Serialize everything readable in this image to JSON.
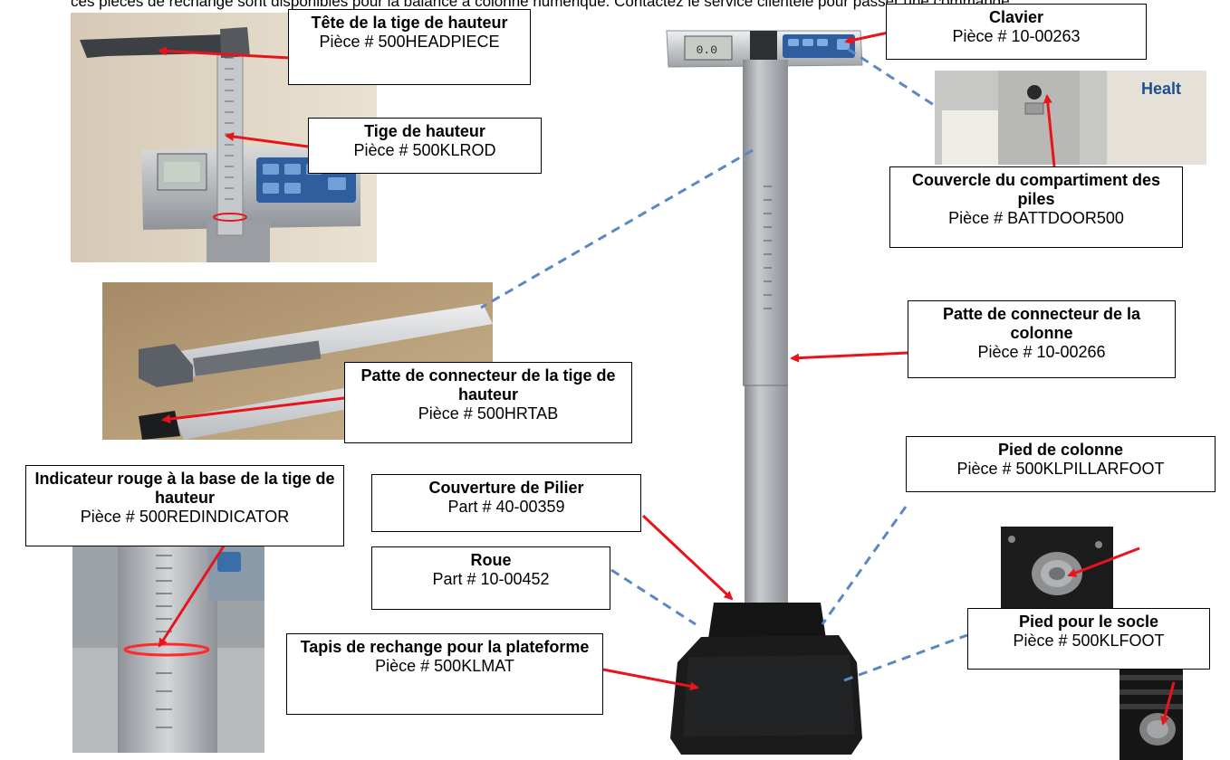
{
  "top_caption": "ces pièces de rechange sont disponibles pour la balance à colonne numérique. Contactez le service clientèle pour passer une commande.",
  "scale_display": "0.0",
  "callouts": {
    "head": {
      "title": "Tête de la tige de hauteur",
      "part": "Pièce # 500HEADPIECE"
    },
    "rod": {
      "title": "Tige de hauteur",
      "part": "Pièce # 500KLROD"
    },
    "keypad": {
      "title": "Clavier",
      "part": "Pièce # 10-00263"
    },
    "battery": {
      "title": "Couvercle du compartiment des piles",
      "part": "Pièce # BATTDOOR500"
    },
    "column_tab": {
      "title": "Patte de connecteur de la colonne",
      "part": "Pièce # 10-00266"
    },
    "rod_tab": {
      "title": "Patte de connecteur de la tige de hauteur",
      "part": "Pièce # 500HRTAB"
    },
    "red_indicator": {
      "title": "Indicateur rouge à la base de la tige de hauteur",
      "part": "Pièce # 500REDINDICATOR"
    },
    "pillar_cover": {
      "title": "Couverture de Pilier",
      "part": "Part # 40-00359"
    },
    "wheel": {
      "title": "Roue",
      "part": "Part # 10-00452"
    },
    "pillar_foot": {
      "title": "Pied de colonne",
      "part": "Pièce # 500KLPILLARFOOT"
    },
    "mat": {
      "title": "Tapis de rechange pour la plateforme",
      "part": "Pièce # 500KLMAT"
    },
    "base_foot": {
      "title": "Pied pour le socle",
      "part": "Pièce # 500KLFOOT"
    }
  },
  "colors": {
    "arrow": "#e8141c",
    "dashed": "#5b87c4",
    "column": "#a9acb0",
    "base": "#1b1b1b"
  }
}
